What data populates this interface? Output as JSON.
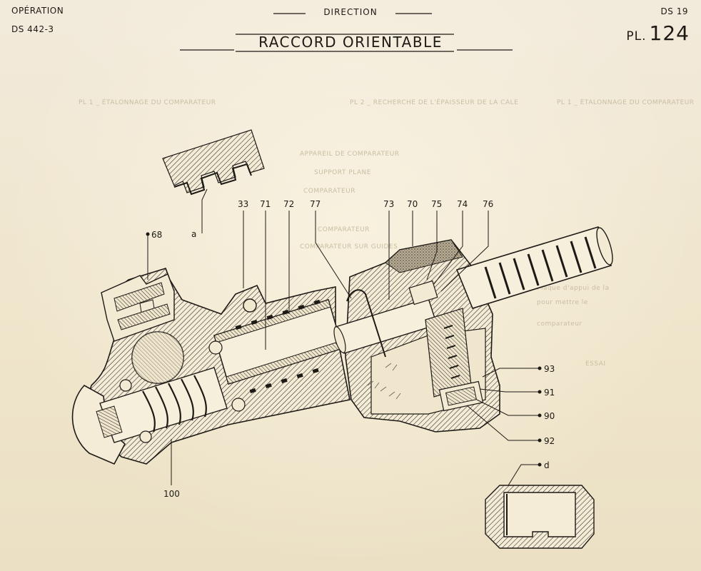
{
  "header": {
    "operation": "OPÉRATION",
    "reference": "DS 442-3",
    "section": "DIRECTION",
    "model": "DS 19",
    "plate_prefix": "PL.",
    "plate_number": "124",
    "title": "RACCORD ORIENTABLE"
  },
  "callouts": {
    "c68": "68",
    "a": "a",
    "c33": "33",
    "c71": "71",
    "c72": "72",
    "c77": "77",
    "c73": "73",
    "c70": "70",
    "c75": "75",
    "c74": "74",
    "c76": "76",
    "c93": "93",
    "c91": "91",
    "c90": "90",
    "c92": "92",
    "d": "d",
    "c100": "100"
  }
}
